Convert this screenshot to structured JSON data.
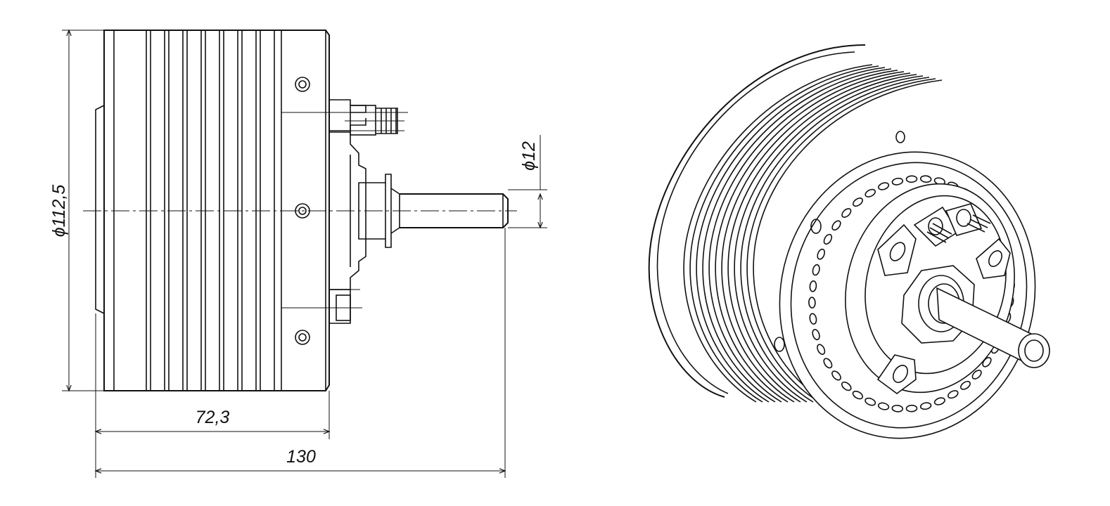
{
  "dimensions": {
    "body_diameter": "ϕ112,5",
    "shaft_diameter": "ϕ12",
    "body_length": "72,3",
    "overall_length": "130"
  },
  "colors": {
    "line": "#111111",
    "background": "#ffffff"
  }
}
